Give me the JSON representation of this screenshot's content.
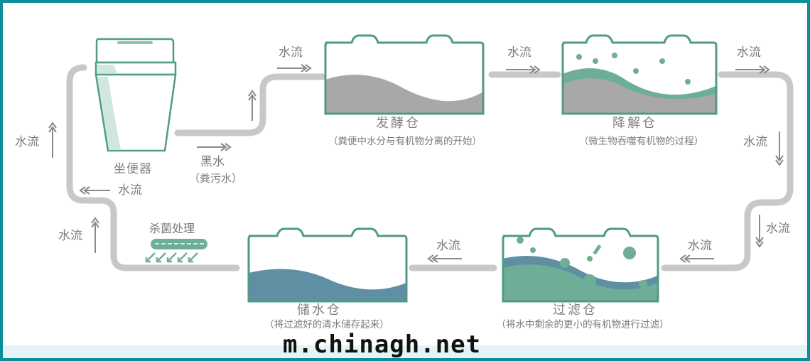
{
  "colors": {
    "border": "#0c8e99",
    "pipe": "#c8c8c8",
    "tank_stroke": "#4f9b84",
    "sludge": "#a8a8a8",
    "filter_fill": "#6fae96",
    "storage_fill": "#5f8fa3"
  },
  "toilet": {
    "label": "坐便器"
  },
  "black_water": {
    "label": "黑水",
    "sub": "（粪污水）"
  },
  "flow_label": "水流",
  "fermentation": {
    "title": "发酵仓",
    "desc": "（粪便中水分与有机物分离的开始）"
  },
  "degradation": {
    "title": "降解仓",
    "desc": "（微生物吞噬有机物的过程）"
  },
  "filter": {
    "title": "过滤仓",
    "desc": "（将水中剩余的更小的有机物进行过滤）"
  },
  "storage": {
    "title": "储水仓",
    "desc": "（将过滤好的清水储存起来）"
  },
  "sterilize": {
    "label": "杀菌处理"
  },
  "watermark": "m.chinagh.net"
}
